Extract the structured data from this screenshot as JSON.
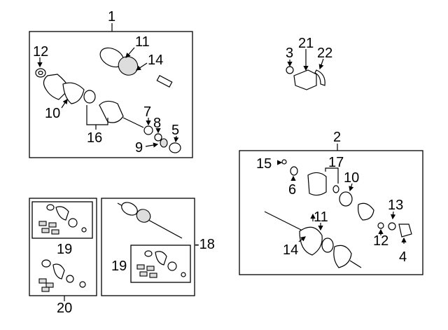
{
  "diagram": {
    "title": "Drive axle assembly parts diagram",
    "callouts": {
      "c1": "1",
      "c12a": "12",
      "c11a": "11",
      "c14a": "14",
      "c10a": "10",
      "c16": "16",
      "c7": "7",
      "c8": "8",
      "c5": "5",
      "c9": "9",
      "c3": "3",
      "c21": "21",
      "c22": "22",
      "c2": "2",
      "c15": "15",
      "c17": "17",
      "c10b": "10",
      "c6": "6",
      "c11b": "11",
      "c13": "13",
      "c14b": "14",
      "c12b": "12",
      "c4": "4",
      "c19a": "19",
      "c20": "20",
      "c19b": "19",
      "c18": "-18"
    }
  }
}
